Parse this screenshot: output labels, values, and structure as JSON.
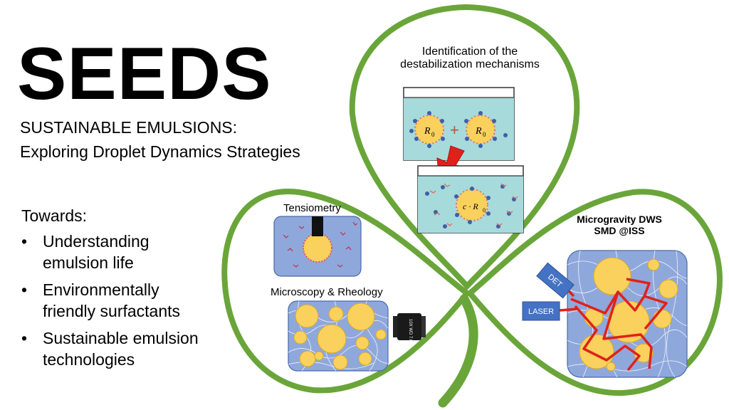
{
  "title": "SEEDS",
  "subtitle_line1": "SUSTAINABLE EMULSIONS:",
  "subtitle_line2": "Exploring Droplet Dynamics Strategies",
  "towards": {
    "heading": "Towards:",
    "items": [
      {
        "line1": "Understanding",
        "line2": "emulsion life"
      },
      {
        "line1": "Environmentally",
        "line2": "friendly surfactants"
      },
      {
        "line1": "Sustainable emulsion",
        "line2": "technologies"
      }
    ]
  },
  "top_lobe": {
    "label_line1": "Identification of the",
    "label_line2": "destabilization mechanisms",
    "droplet_label": "R",
    "droplet_sub": "0",
    "plus": "+",
    "merged_label": "c · R",
    "merged_sub": "0"
  },
  "left_lobe": {
    "tensiometry_label": "Tensiometry",
    "microscopy_label": "Microscopy & Rheology",
    "objective_text": "10X WD 7.0"
  },
  "right_lobe": {
    "label_line1": "Microgravity DWS",
    "label_line2": "SMD @ISS",
    "det_label": "DET",
    "laser_label": "LASER"
  },
  "colors": {
    "leaf_green": "#6aa53a",
    "cell_water": "#a6dadb",
    "box_blue": "#8fa8dc",
    "droplet_yellow": "#f9d15c",
    "red": "#e0211b",
    "detector_blue": "#4472c4"
  }
}
